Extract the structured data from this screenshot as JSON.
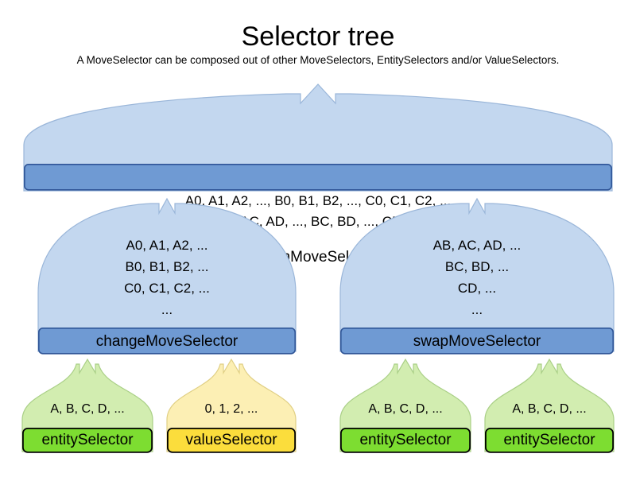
{
  "header": {
    "title": "Selector tree",
    "subtitle": "A MoveSelector can be composed out of other MoveSelectors, EntitySelectors and/or ValueSelectors."
  },
  "colors": {
    "dome_blue": "#c3d7ef",
    "bar_blue": "#6f9ad3",
    "dome_green": "#d2edb0",
    "bar_green": "#7ddd31",
    "dome_yellow": "#fcefb4",
    "bar_yellow": "#fbdd3c",
    "outline_blue": "#2f5597",
    "outline_black": "#000000",
    "dome_outline_blue": "#9ab6d9",
    "dome_outline_green": "#a9cf86",
    "dome_outline_yellow": "#e0cf84",
    "text": "#000000",
    "background": "#ffffff"
  },
  "nodes": {
    "union": {
      "label": "unionMoveSelector",
      "lines": [
        "A0, A1, A2, ..., B0, B1, B2, ..., C0, C1, C2, ...",
        "AB, AC, AD, ..., BC, BD, ..., CD, ..."
      ]
    },
    "change": {
      "label": "changeMoveSelector",
      "lines": [
        "A0, A1, A2, ...",
        "B0, B1, B2, ...",
        "C0, C1, C2, ...",
        "..."
      ]
    },
    "swap": {
      "label": "swapMoveSelector",
      "lines": [
        "AB, AC, AD, ...",
        "BC, BD, ...",
        "CD, ...",
        "..."
      ]
    },
    "leaf_entity_1": {
      "label": "entitySelector",
      "lines": [
        "A, B, C, D, ..."
      ]
    },
    "leaf_value_1": {
      "label": "valueSelector",
      "lines": [
        "0, 1, 2, ..."
      ]
    },
    "leaf_entity_2": {
      "label": "entitySelector",
      "lines": [
        "A, B, C, D, ..."
      ]
    },
    "leaf_entity_3": {
      "label": "entitySelector",
      "lines": [
        "A, B, C, D, ..."
      ]
    }
  }
}
